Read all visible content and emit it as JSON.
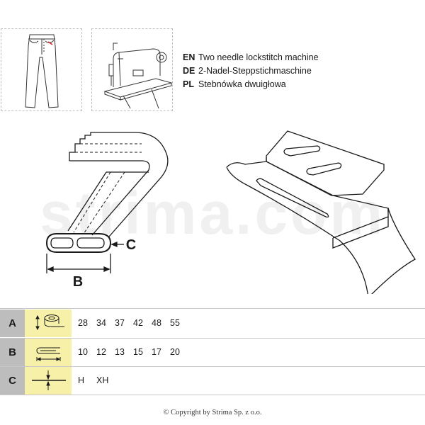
{
  "languages": [
    {
      "code": "EN",
      "text": "Two needle lockstitch machine"
    },
    {
      "code": "DE",
      "text": "2-Nadel-Steppstichmaschine"
    },
    {
      "code": "PL",
      "text": "Stebnówka dwuigłowa"
    }
  ],
  "diagram": {
    "label_b": "B",
    "label_c": "C",
    "watermark": "strima.com"
  },
  "table": {
    "rows": [
      {
        "letter": "A",
        "icon": "tape-roll-width-icon",
        "values": [
          "28",
          "34",
          "37",
          "42",
          "48",
          "55"
        ]
      },
      {
        "letter": "B",
        "icon": "folded-width-icon",
        "values": [
          "10",
          "12",
          "13",
          "15",
          "17",
          "20"
        ]
      },
      {
        "letter": "C",
        "icon": "thickness-arrows-icon",
        "values": [
          "H",
          "XH"
        ]
      }
    ]
  },
  "colors": {
    "letter_cell": "#bdbdbd",
    "icon_cell": "#f6f0a8",
    "lines": "#1a1a1a"
  },
  "copyright": "© Copyright by Strima Sp. z o.o."
}
